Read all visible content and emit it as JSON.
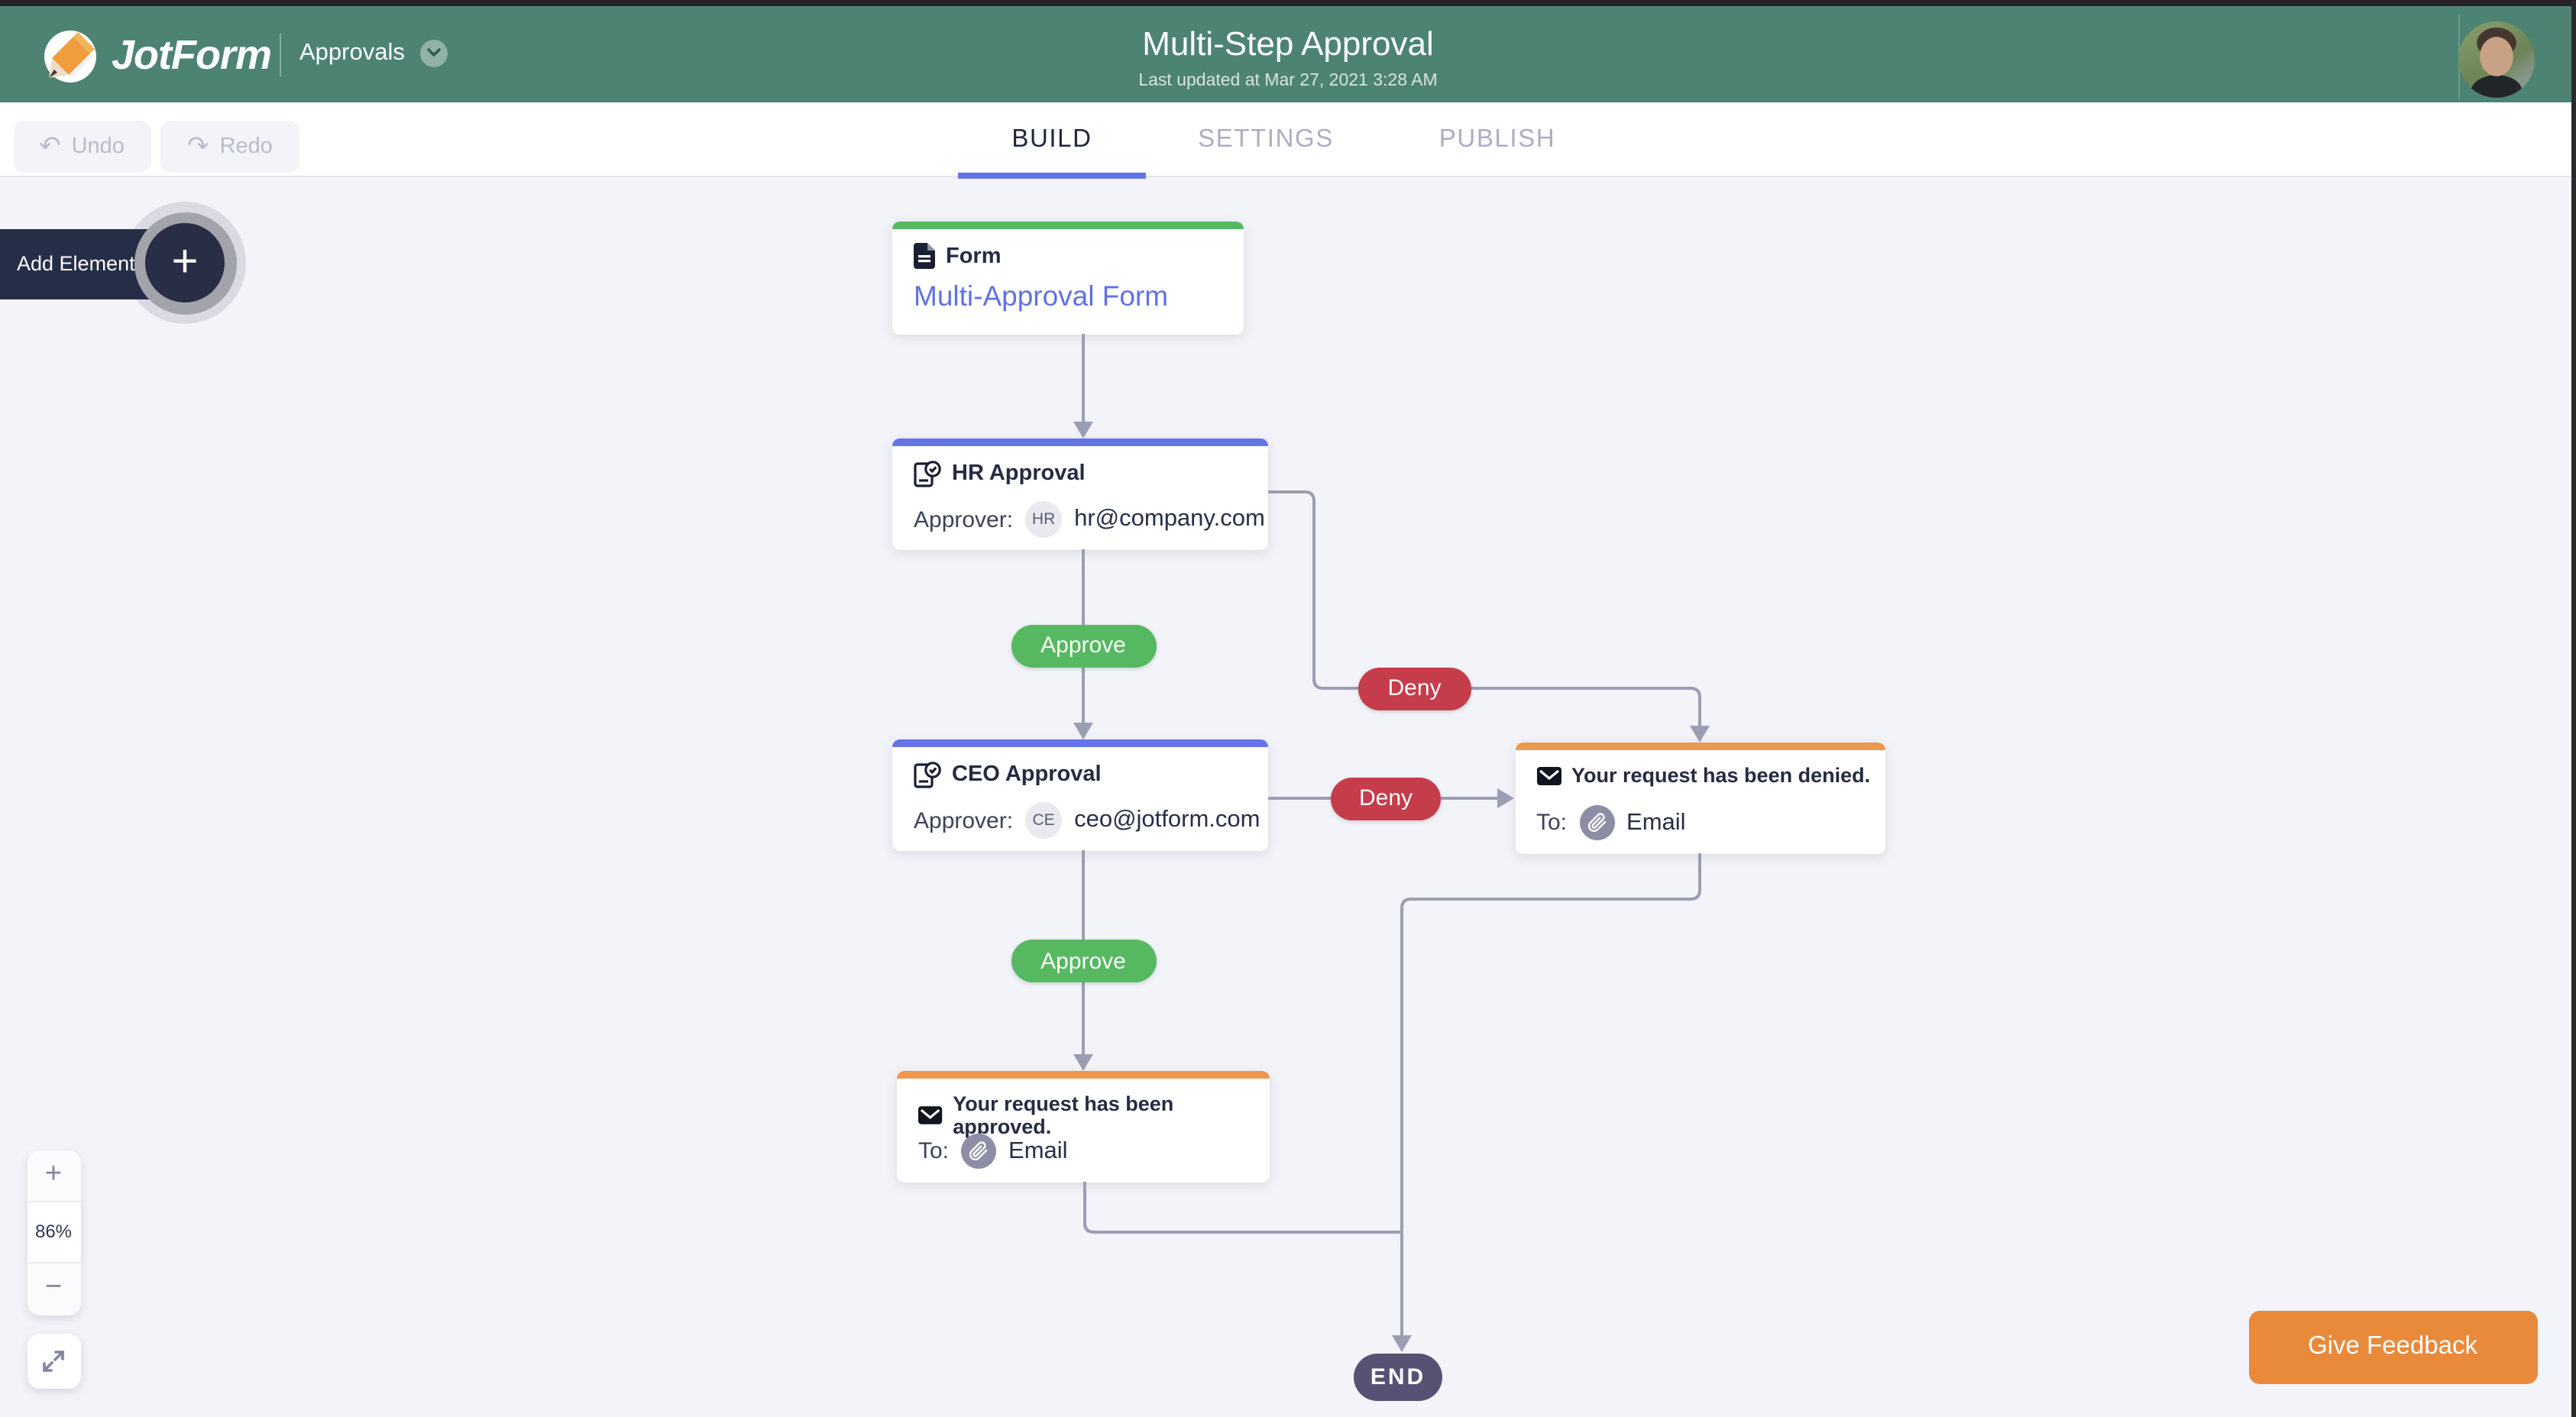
{
  "header": {
    "brand": "JotForm",
    "app": "Approvals",
    "title": "Multi-Step Approval",
    "subtitle": "Last updated at Mar 27, 2021 3:28 AM"
  },
  "toolbar": {
    "undo_label": "Undo",
    "redo_label": "Redo",
    "tabs": {
      "build": "BUILD",
      "settings": "SETTINGS",
      "publish": "PUBLISH"
    }
  },
  "sidebar": {
    "add_element_label": "Add Element",
    "plus": "+"
  },
  "flow": {
    "form": {
      "label": "Form",
      "name": "Multi-Approval Form"
    },
    "hr": {
      "title": "HR Approval",
      "approver_label": "Approver:",
      "badge": "HR",
      "email": "hr@company.com"
    },
    "ceo": {
      "title": "CEO Approval",
      "approver_label": "Approver:",
      "badge": "CE",
      "email": "ceo@jotform.com"
    },
    "denied": {
      "title": "Your request has been denied.",
      "to_label": "To:",
      "recipient": "Email"
    },
    "approved": {
      "title": "Your request has been approved.",
      "to_label": "To:",
      "recipient": "Email"
    },
    "approve_label": "Approve",
    "deny_label": "Deny",
    "end_label": "END"
  },
  "zoom_controls": {
    "level": "86%",
    "zoom_in": "+",
    "zoom_out": "−"
  },
  "feedback": {
    "label": "Give Feedback"
  },
  "colors": {
    "header_green": "#4d8373",
    "accent_indigo": "#6474e6",
    "node_green": "#55b862",
    "node_orange": "#ef974e",
    "approve_green": "#56b961",
    "deny_red": "#c53c4b",
    "end_slate": "#555274",
    "connector": "#9b9eb3",
    "feedback_orange": "#e98a3b",
    "add_element_navy": "#262e47"
  }
}
